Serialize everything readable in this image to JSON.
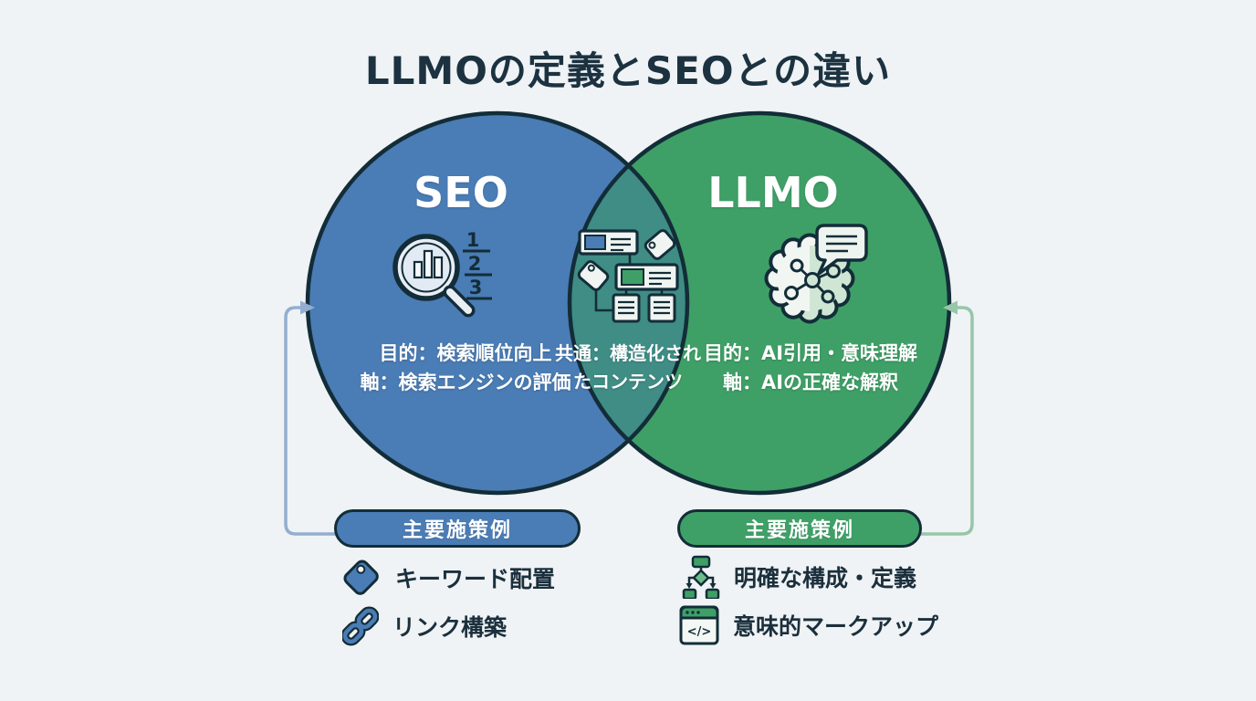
{
  "title": "LLMOの定義とSEOとの違い",
  "venn": {
    "seo": {
      "label": "SEO",
      "purpose": "目的：検索順位向上",
      "axis": "軸：検索エンジンの評価"
    },
    "overlap": {
      "line1": "共通：構造化され",
      "line2": "たコンテンツ"
    },
    "llmo": {
      "label": "LLMO",
      "purpose": "目的：AI引用・意味理解",
      "axis": "軸：AIの正確な解釈"
    }
  },
  "seo_icon": {
    "ranks": [
      "1",
      "2",
      "3"
    ]
  },
  "code_icon": {
    "glyph": "</>"
  },
  "measures": {
    "seo": {
      "pill": "主要施策例",
      "items": [
        {
          "icon": "tag-icon",
          "label": "キーワード配置"
        },
        {
          "icon": "chain-link-icon",
          "label": "リンク構築"
        }
      ]
    },
    "llmo": {
      "pill": "主要施策例",
      "items": [
        {
          "icon": "flowchart-icon",
          "label": "明確な構成・定義"
        },
        {
          "icon": "code-window-icon",
          "label": "意味的マークアップ"
        }
      ]
    }
  },
  "colors": {
    "background": "#eff3f5",
    "seo_blue": "#4a7cb5",
    "llmo_green": "#3ea066",
    "overlap_teal": "#3f8d85",
    "outline_navy": "#132d38",
    "arrow_blue": "#93aed0",
    "arrow_green": "#97c6a9",
    "text_dark": "#1b2f3c"
  }
}
